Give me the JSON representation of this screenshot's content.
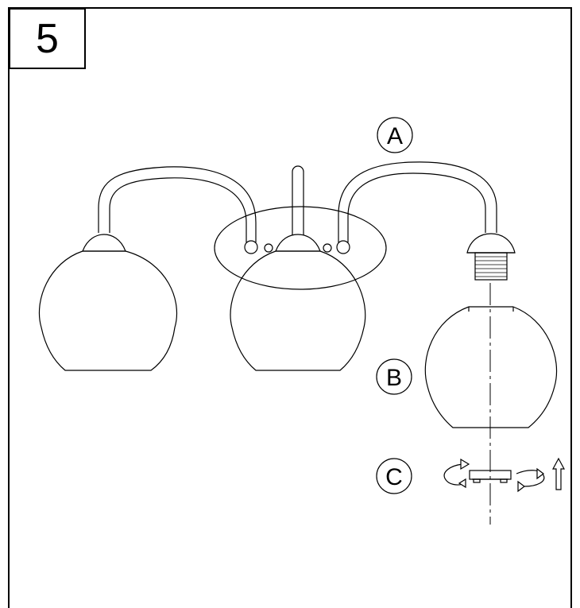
{
  "step": {
    "number": "5"
  },
  "labels": {
    "a": "A",
    "b": "B",
    "c": "C"
  },
  "colors": {
    "line": "#000000",
    "background": "#ffffff"
  },
  "icons": [
    "rotate-left-arrow-icon",
    "rotate-right-arrow-icon",
    "up-arrow-icon"
  ]
}
